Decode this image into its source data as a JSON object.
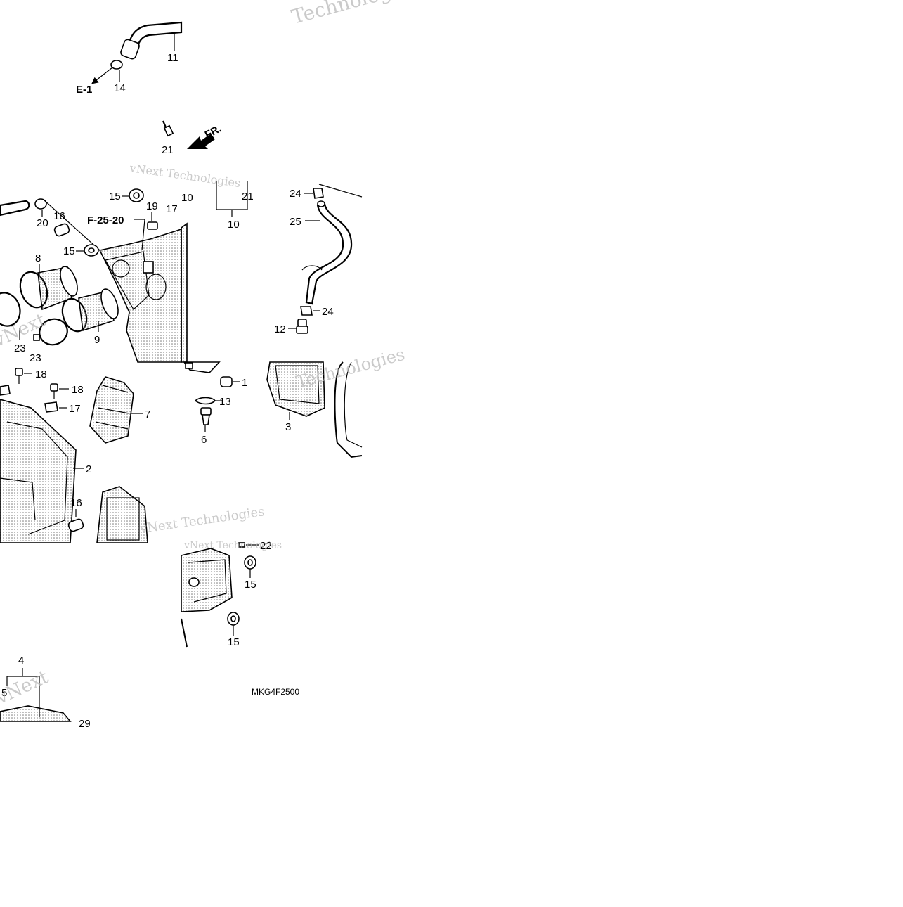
{
  "diagram": {
    "drawing_code": "MKG4F2500",
    "references": {
      "e1": "E-1",
      "f2520": "F-25-20",
      "front": "FR."
    },
    "watermark": {
      "a": "Technologies",
      "b": "vNext Technologies",
      "c": "vNext"
    },
    "labels": {
      "l1": "1",
      "l2": "2",
      "l3": "3",
      "l4": "4",
      "l5": "5",
      "l6": "6",
      "l7": "7",
      "l8": "8",
      "l9": "9",
      "l10a": "10",
      "l10b": "10",
      "l11": "11",
      "l12": "12",
      "l13": "13",
      "l14": "14",
      "l15a": "15",
      "l15b": "15",
      "l15c": "15",
      "l15d": "15",
      "l16a": "16",
      "l16b": "16",
      "l17a": "17",
      "l17b": "17",
      "l18a": "18",
      "l18b": "18",
      "l19": "19",
      "l20": "20",
      "l21a": "21",
      "l21b": "21",
      "l22": "22",
      "l23a": "23",
      "l23b": "23",
      "l24a": "24",
      "l24b": "24",
      "l25": "25",
      "l29": "29"
    }
  }
}
